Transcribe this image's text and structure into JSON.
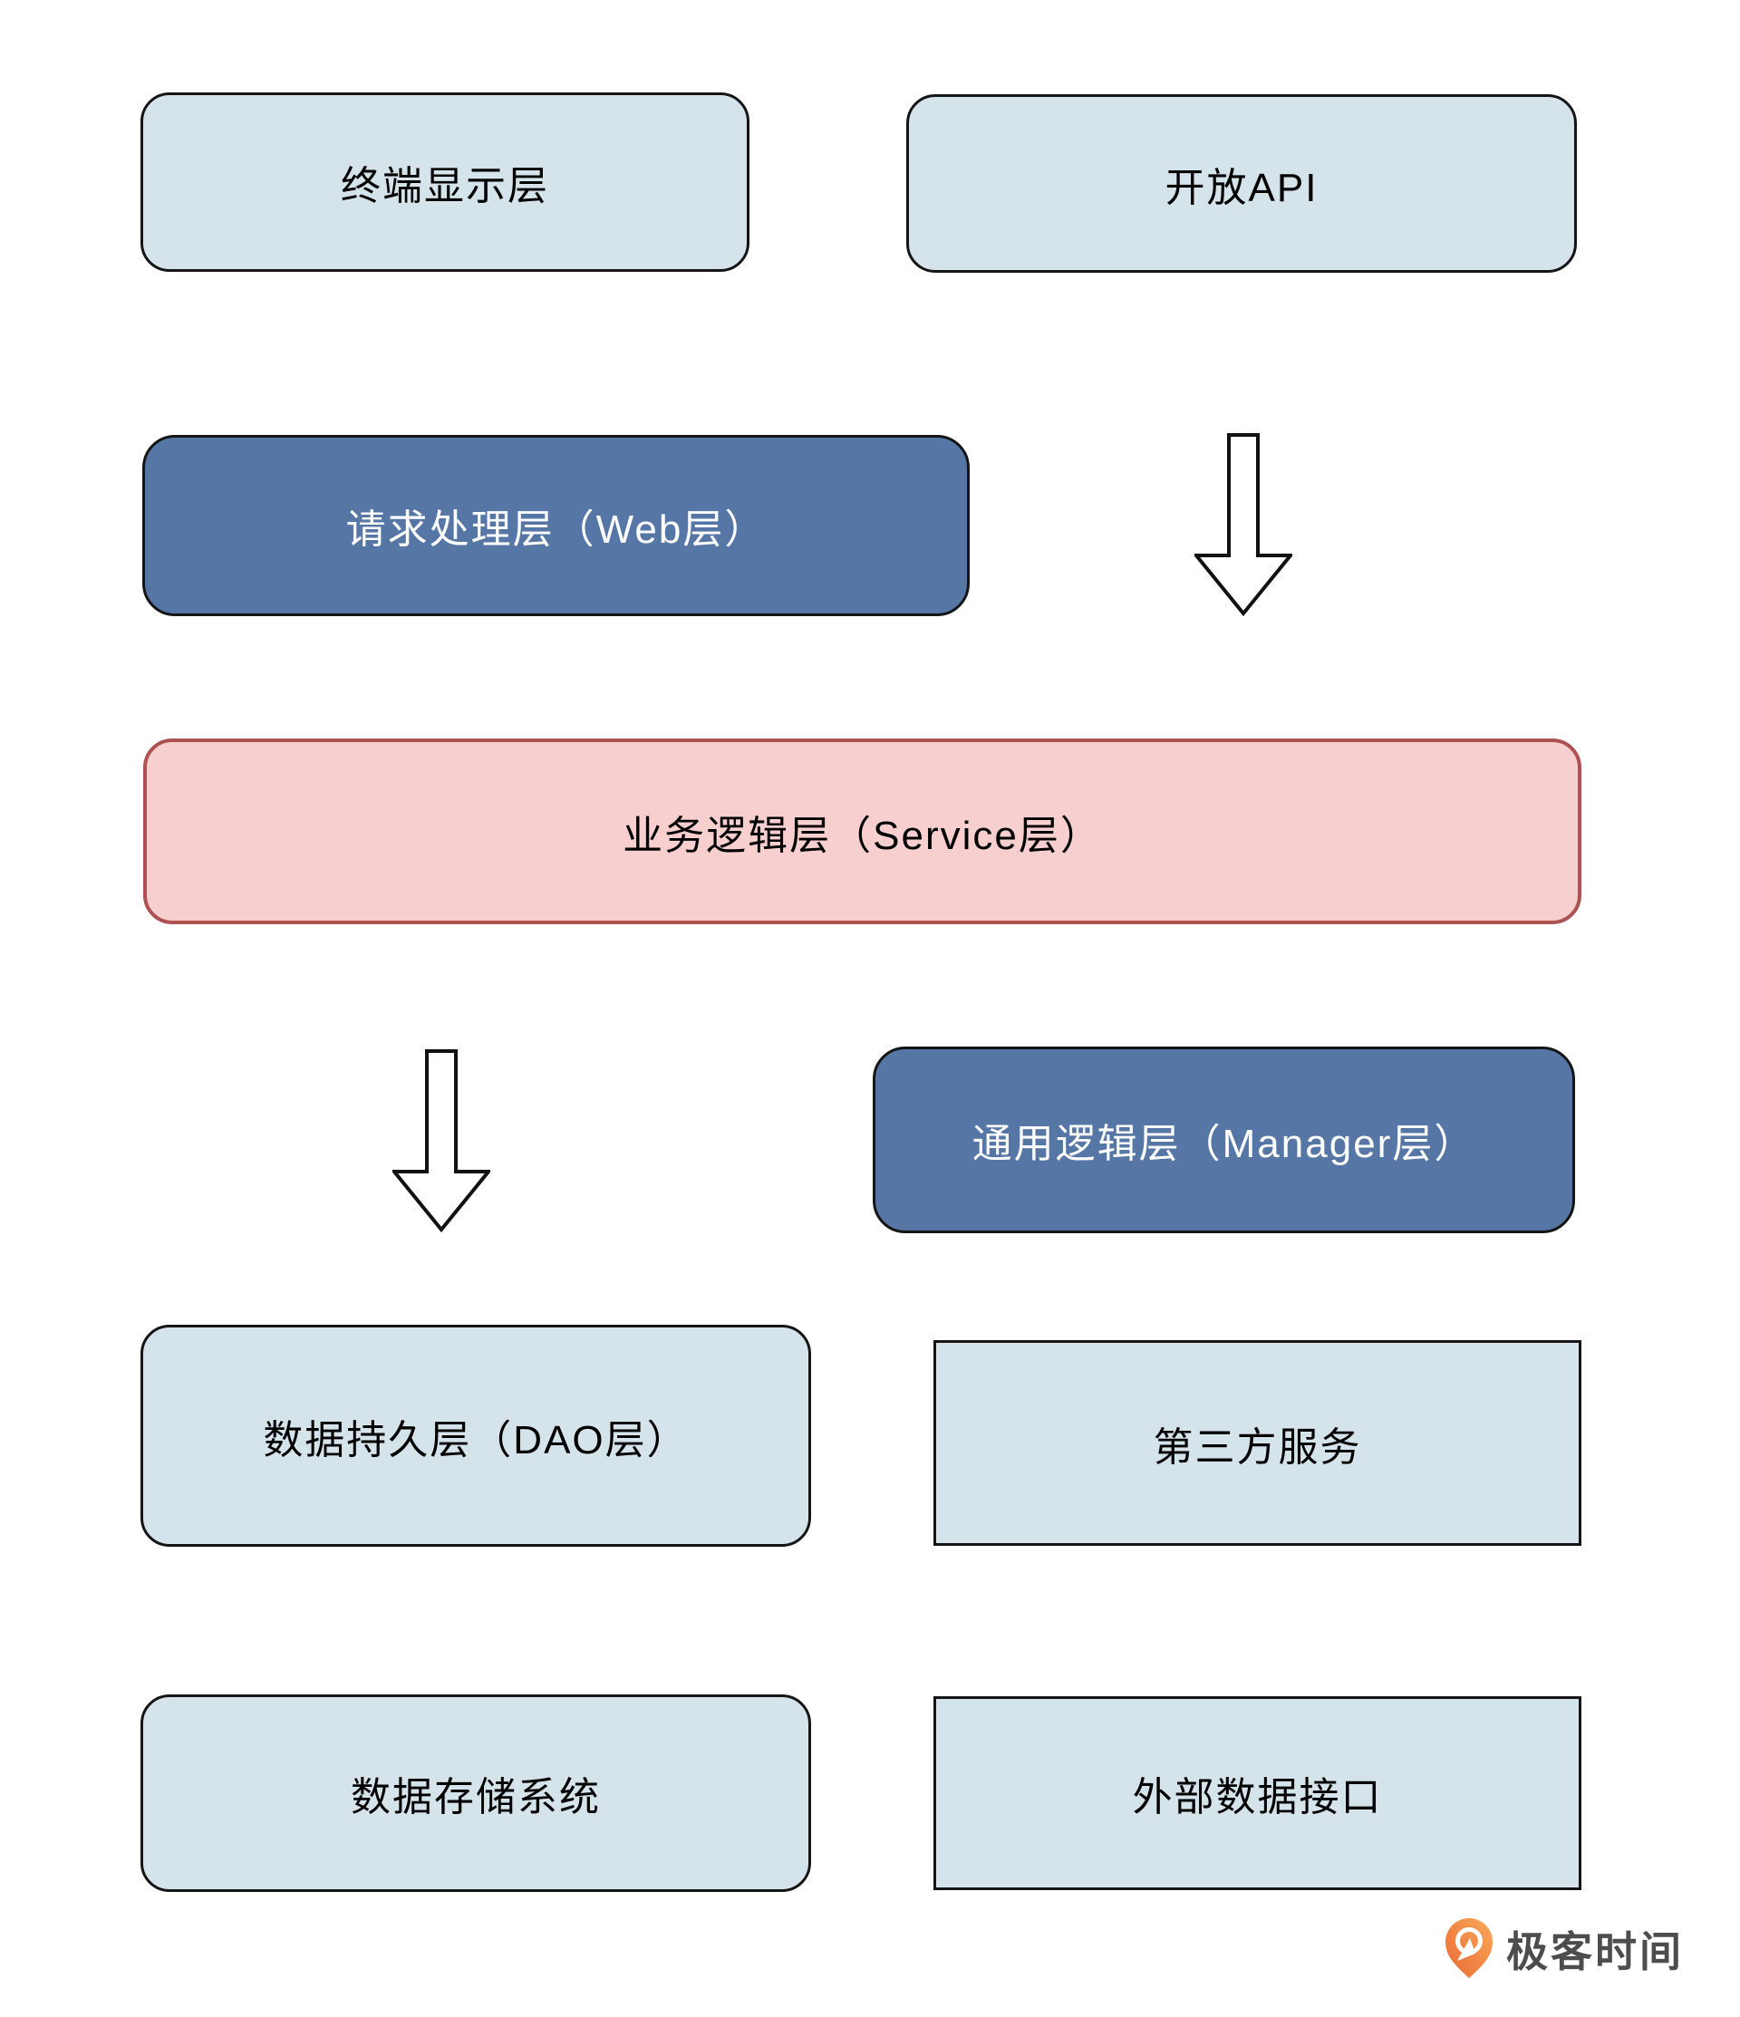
{
  "diagram": {
    "nodes": [
      {
        "id": "terminal-display-layer",
        "label": "终端显示层",
        "style": "light-rounded"
      },
      {
        "id": "open-api",
        "label": "开放API",
        "style": "light-rounded"
      },
      {
        "id": "web-layer",
        "label": "请求处理层（Web层）",
        "style": "dark-rounded"
      },
      {
        "id": "service-layer",
        "label": "业务逻辑层（Service层）",
        "style": "pink-rounded"
      },
      {
        "id": "manager-layer",
        "label": "通用逻辑层（Manager层）",
        "style": "dark-rounded"
      },
      {
        "id": "dao-layer",
        "label": "数据持久层（DAO层）",
        "style": "light-rounded"
      },
      {
        "id": "third-party-service",
        "label": "第三方服务",
        "style": "light-square"
      },
      {
        "id": "data-storage-system",
        "label": "数据存储系统",
        "style": "light-rounded"
      },
      {
        "id": "external-data-interface",
        "label": "外部数据接口",
        "style": "light-square"
      }
    ],
    "arrows": [
      {
        "id": "arrow-right",
        "direction": "down"
      },
      {
        "id": "arrow-left",
        "direction": "down"
      }
    ],
    "colors": {
      "light_box_fill": "#d5e4eb",
      "dark_box_fill": "#5677a6",
      "pink_box_fill": "#f8cfcf",
      "pink_box_border": "#ad5151",
      "box_border": "#151515",
      "dark_box_text": "#ffffff",
      "light_box_text": "#000000",
      "arrow_fill": "#ffffff",
      "arrow_outline": "#111111"
    }
  },
  "footer": {
    "brand_name": "极客时间",
    "brand_text_color": "#4d4d4d",
    "logo_gradient_start": "#f9a958",
    "logo_gradient_end": "#e96a35"
  }
}
